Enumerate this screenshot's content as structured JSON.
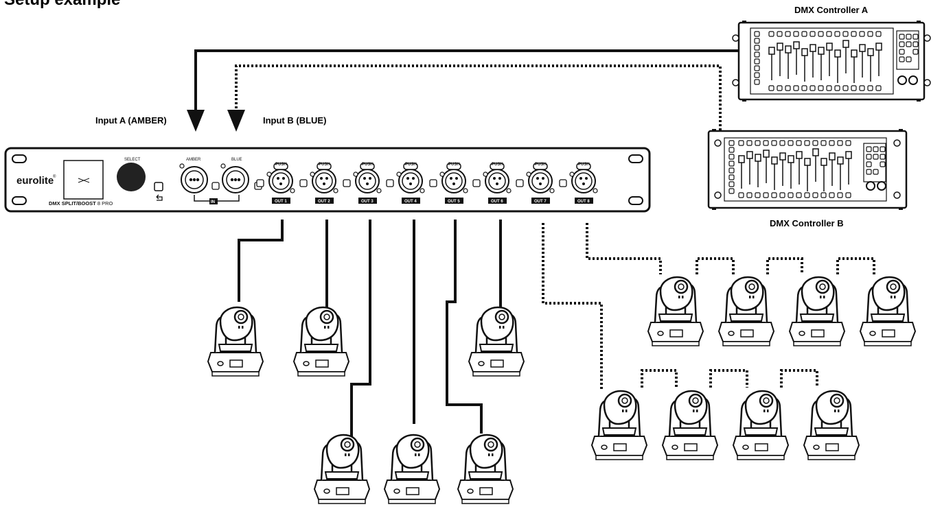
{
  "page": {
    "title": "Setup example"
  },
  "inputs": {
    "a_label": "Input A (AMBER)",
    "b_label": "Input B (BLUE)"
  },
  "controllers": {
    "a_label": "DMX Controller A",
    "b_label": "DMX Controller B"
  },
  "device": {
    "brand": "eurolite",
    "brand_mark": "®",
    "model_bold": "DMX SPLIT/BOOST",
    "model_suffix": " 8 PRO",
    "select_label": "SELECT",
    "amber_label": "AMBER",
    "blue_label": "BLUE",
    "in_label": "IN",
    "push_label": "PUSH",
    "outputs": [
      "OUT 1",
      "OUT 2",
      "OUT 3",
      "OUT 4",
      "OUT 5",
      "OUT 6",
      "OUT 7",
      "OUT 8"
    ]
  }
}
